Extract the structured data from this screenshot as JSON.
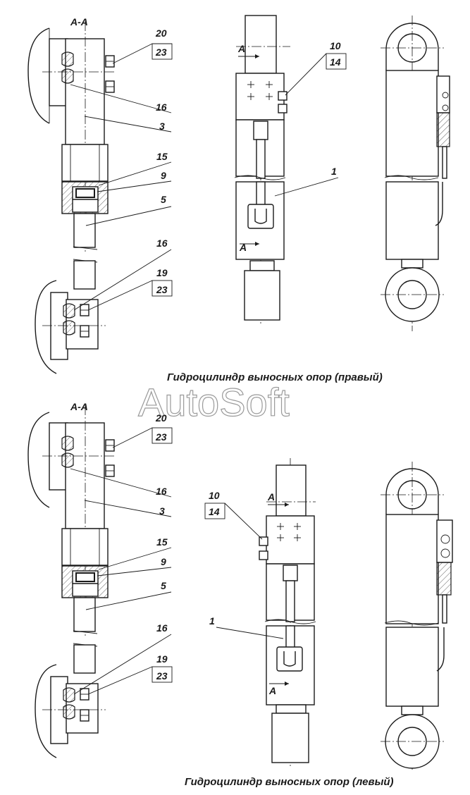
{
  "top_figure": {
    "section_label": "А-А",
    "caption": "Гидроцилиндр выносных опор (правый)",
    "callouts": {
      "c20": "20",
      "c23a": "23",
      "c16a": "16",
      "c3": "3",
      "c15": "15",
      "c9": "9",
      "c5": "5",
      "c16b": "16",
      "c19": "19",
      "c23b": "23",
      "c10": "10",
      "c14": "14",
      "c1": "1",
      "view_a_top": "A",
      "view_a_bottom": "A"
    }
  },
  "bottom_figure": {
    "section_label": "А-А",
    "caption": "Гидроцилиндр выносных опор (левый)",
    "callouts": {
      "c20": "20",
      "c23a": "23",
      "c16a": "16",
      "c3": "3",
      "c15": "15",
      "c9": "9",
      "c5": "5",
      "c16b": "16",
      "c19": "19",
      "c23b": "23",
      "c10": "10",
      "c14": "14",
      "c1": "1",
      "view_a_top": "A",
      "view_a_bottom": "A"
    }
  },
  "watermark": "AutoSoft"
}
